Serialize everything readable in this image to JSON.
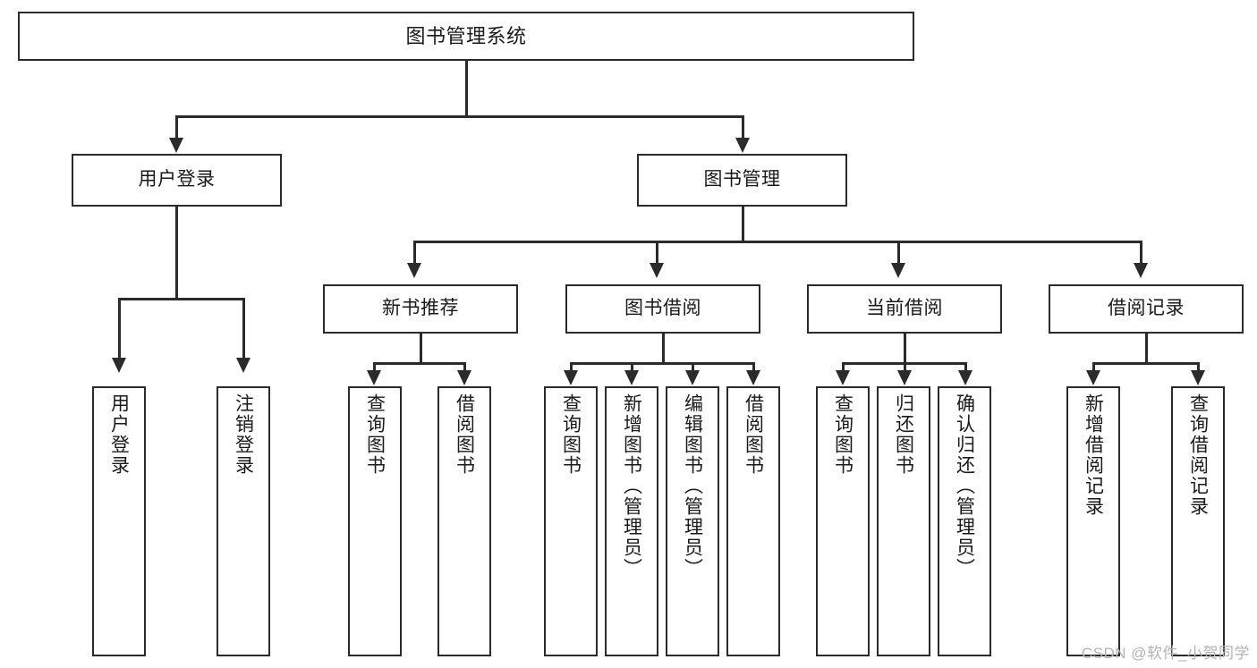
{
  "diagram": {
    "title": "图书管理系统",
    "type": "tree-hierarchy",
    "root": {
      "label": "图书管理系统"
    },
    "level2": [
      {
        "label": "用户登录"
      },
      {
        "label": "图书管理"
      }
    ],
    "level3": [
      {
        "label": "新书推荐"
      },
      {
        "label": "图书借阅"
      },
      {
        "label": "当前借阅"
      },
      {
        "label": "借阅记录"
      }
    ],
    "leaves": {
      "user_login": [
        {
          "label": "用户登录"
        },
        {
          "label": "注销登录"
        }
      ],
      "new_book_recommend": [
        {
          "label": "查询图书"
        },
        {
          "label": "借阅图书"
        }
      ],
      "book_borrow": [
        {
          "label": "查询图书"
        },
        {
          "label": "新增图书（管理员）"
        },
        {
          "label": "编辑图书（管理员）"
        },
        {
          "label": "借阅图书"
        }
      ],
      "current_borrow": [
        {
          "label": "查询图书"
        },
        {
          "label": "归还图书"
        },
        {
          "label": "确认归还（管理员）"
        }
      ],
      "borrow_record": [
        {
          "label": "新增借阅记录"
        },
        {
          "label": "查询借阅记录"
        }
      ]
    }
  },
  "watermark": {
    "text": "CSDN @软件_小贺同学"
  },
  "colors": {
    "stroke": "#2b2b2b",
    "background": "#ffffff",
    "text": "#1a1a1a",
    "watermark": "#b3b3b3"
  }
}
